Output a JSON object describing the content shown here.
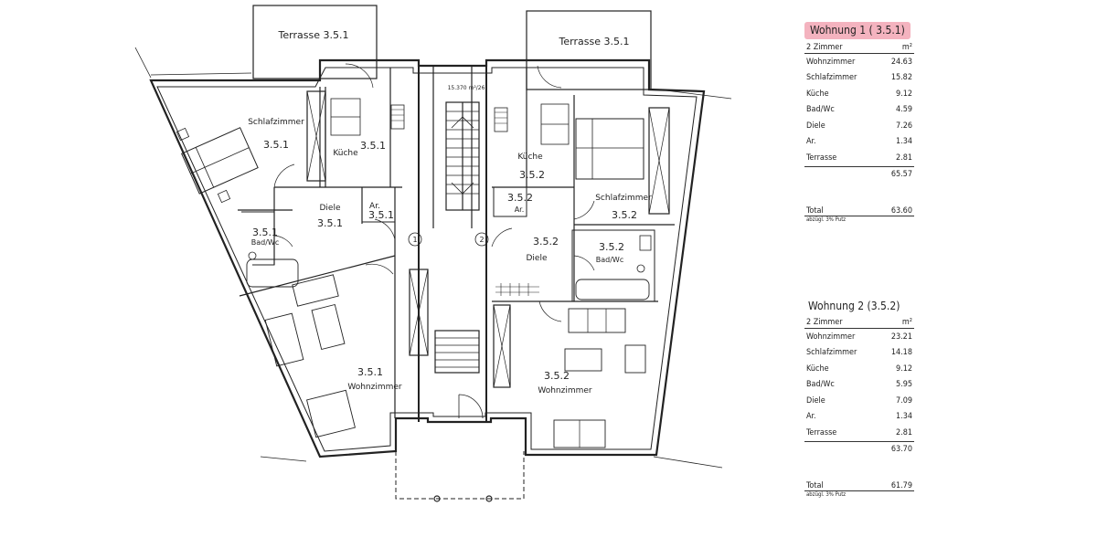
{
  "plan": {
    "terrace_left": "Terrasse  3.5.1",
    "terrace_right": "Terrasse  3.5.1",
    "stair_note": "15.370 m²/26",
    "left": {
      "schlafzimmer_label": "Schlafzimmer",
      "schlafzimmer_num": "3.5.1",
      "kueche_label": "Küche",
      "kueche_num": "3.5.1",
      "diele_label": "Diele",
      "diele_num": "3.5.1",
      "ar_label": "Ar.",
      "ar_num": "3.5.1",
      "bad_num": "3.5.1",
      "bad_label": "Bad/Wc",
      "wohn_num": "3.5.1",
      "wohn_label": "Wohnzimmer"
    },
    "right": {
      "kueche_label": "Küche",
      "kueche_num": "3.5.2",
      "ar_num": "3.5.2",
      "ar_label": "Ar.",
      "schlafzimmer_label": "Schlafzimmer",
      "schlafzimmer_num": "3.5.2",
      "diele_num": "3.5.2",
      "diele_label": "Diele",
      "bad_num": "3.5.2",
      "bad_label": "Bad/Wc",
      "wohn_num": "3.5.2",
      "wohn_label": "Wohnzimmer"
    },
    "door_marker_1": "1",
    "door_marker_2": "2"
  },
  "wohnung1": {
    "title": "Wohnung 1  ( 3.5.1)",
    "header_left": "2   Zimmer",
    "header_right": "m²",
    "rows": [
      {
        "name": "Wohnzimmer",
        "value": "24.63"
      },
      {
        "name": "Schlafzimmer",
        "value": "15.82"
      },
      {
        "name": "Küche",
        "value": "9.12"
      },
      {
        "name": "Bad/Wc",
        "value": "4.59"
      },
      {
        "name": "Diele",
        "value": "7.26"
      },
      {
        "name": "Ar.",
        "value": "1.34"
      },
      {
        "name": "Terrasse",
        "value": "2.81"
      }
    ],
    "sum": "65.57",
    "total_label": "Total",
    "total_value": "63.60",
    "total_note": "abzügl. 3% Putz"
  },
  "wohnung2": {
    "title": "Wohnung 2  (3.5.2)",
    "header_left": "2   Zimmer",
    "header_right": "m²",
    "rows": [
      {
        "name": "Wohnzimmer",
        "value": "23.21"
      },
      {
        "name": "Schlafzimmer",
        "value": "14.18"
      },
      {
        "name": "Küche",
        "value": "9.12"
      },
      {
        "name": "Bad/Wc",
        "value": "5.95"
      },
      {
        "name": "Diele",
        "value": "7.09"
      },
      {
        "name": "Ar.",
        "value": "1.34"
      },
      {
        "name": "Terrasse",
        "value": "2.81"
      }
    ],
    "sum": "63.70",
    "total_label": "Total",
    "total_value": "61.79",
    "total_note": "abzügl. 3% Putz"
  }
}
